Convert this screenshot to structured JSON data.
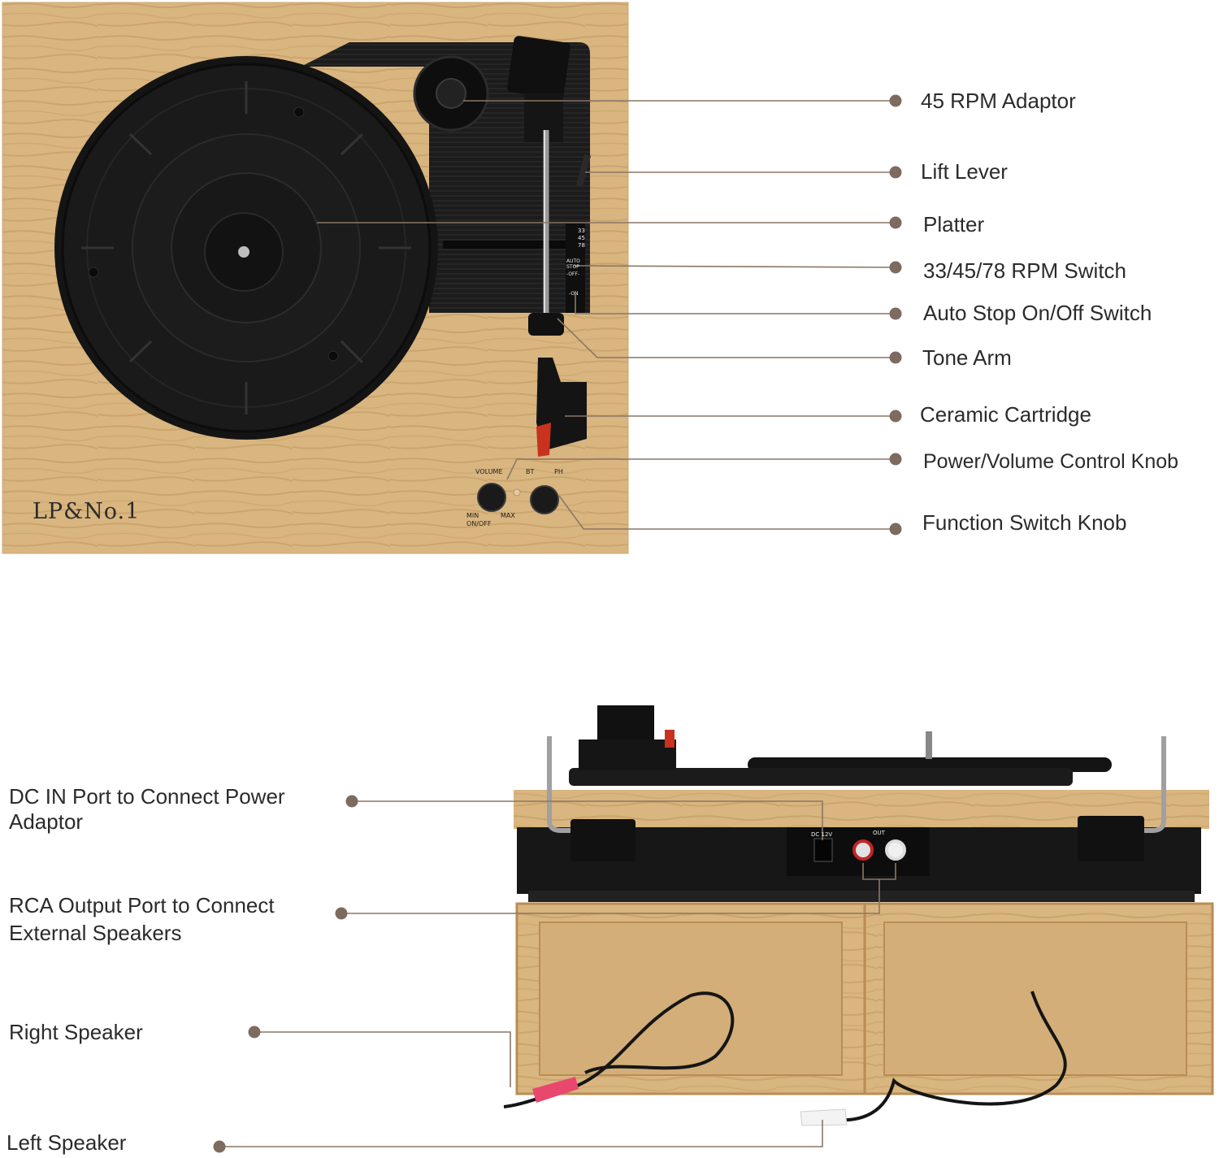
{
  "brand": {
    "logo_text": "LP&No.1"
  },
  "top_view": {
    "panel_markings": {
      "volume": "VOLUME",
      "bt": "BT",
      "ph": "PH",
      "min": "MIN",
      "max": "MAX",
      "on_off": "ON/OFF",
      "speed_33": "33",
      "speed_45": "45",
      "speed_78": "78",
      "auto_stop": "AUTO STOP",
      "off": "-OFF-",
      "on": "-ON"
    },
    "callouts": [
      {
        "label": "45 RPM Adaptor"
      },
      {
        "label": "Lift Lever"
      },
      {
        "label": "Platter"
      },
      {
        "label": "33/45/78 RPM Switch"
      },
      {
        "label": "Auto Stop On/Off Switch"
      },
      {
        "label": "Tone Arm"
      },
      {
        "label": "Ceramic Cartridge"
      },
      {
        "label": "Power/Volume Control Knob"
      },
      {
        "label": "Function Switch Knob"
      }
    ]
  },
  "rear_view": {
    "panel_markings": {
      "dc": "DC 12V",
      "out": "OUT"
    },
    "callouts": [
      {
        "label": "DC IN Port to Connect Power Adaptor"
      },
      {
        "label": "RCA Output Port to Connect External Speakers"
      },
      {
        "label": "Right Speaker"
      },
      {
        "label": "Left Speaker"
      }
    ]
  },
  "colors": {
    "wood": "#d8b47e",
    "wood_dark": "#b88d55",
    "plinth_black": "#151515",
    "leader_line": "#8a7766",
    "dot": "#7d6b5f",
    "label_text": "#2b2b2b"
  }
}
